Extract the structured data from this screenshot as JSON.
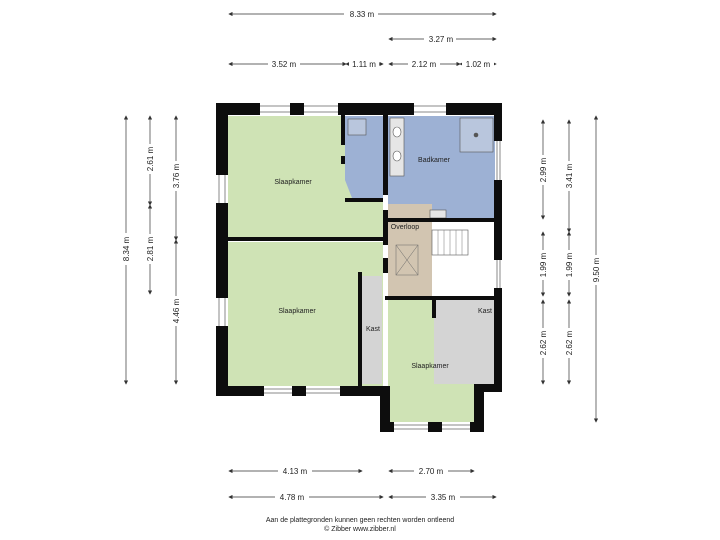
{
  "rooms": {
    "bedroom_top": "Slaapkamer",
    "bedroom_mid": "Slaapkamer",
    "bedroom_right": "Slaapkamer",
    "bathroom": "Badkamer",
    "landing": "Overloop",
    "closet_left": "Kast",
    "closet_right": "Kast"
  },
  "dimensions": {
    "top_total": "8.33 m",
    "top_right": "3.27 m",
    "top_seg1": "3.52 m",
    "top_seg2": "1.11 m",
    "top_seg3": "2.12 m",
    "top_seg4": "1.02 m",
    "left_total": "8.34 m",
    "left_top": "2.61 m",
    "left_mid": "2.81 m",
    "left_inner_top": "3.76 m",
    "left_inner_bottom": "4.46 m",
    "right_seg1": "2.99 m",
    "right_seg2": "1.99 m",
    "right_seg3": "2.62 m",
    "right_b_seg1": "3.41 m",
    "right_b_seg2": "1.99 m",
    "right_b_seg3": "2.62 m",
    "right_total": "9.50 m",
    "bottom_left_inner": "4.13 m",
    "bottom_right_inner": "2.70 m",
    "bottom_left": "4.78 m",
    "bottom_right": "3.35 m"
  },
  "colors": {
    "bedroom": "#cfe3b5",
    "bathroom": "#9db1d4",
    "landing": "#d2c5b1",
    "closet": "#d4d4d4",
    "wall": "#0d0d0d",
    "dimension_line": "#333333"
  },
  "footer": {
    "line1": "Aan de plattegronden kunnen geen rechten worden ontleend",
    "line2": "© Zibber www.zibber.nl"
  }
}
